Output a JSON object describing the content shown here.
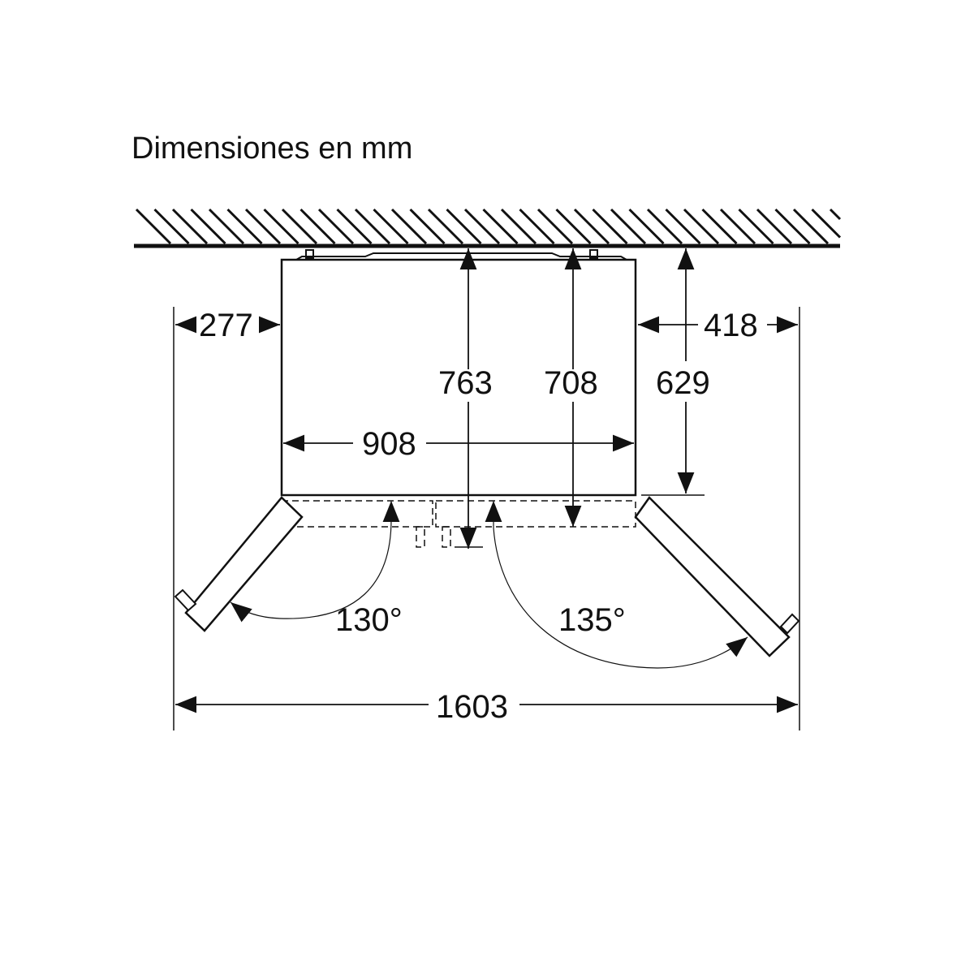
{
  "title": "Dimensiones en mm",
  "dimensions": {
    "left_clearance": "277",
    "right_clearance": "418",
    "depth_total": "763",
    "depth_door": "708",
    "depth_body": "629",
    "width": "908",
    "total_width": "1603"
  },
  "angles": {
    "left_door": "130°",
    "right_door": "135°"
  }
}
